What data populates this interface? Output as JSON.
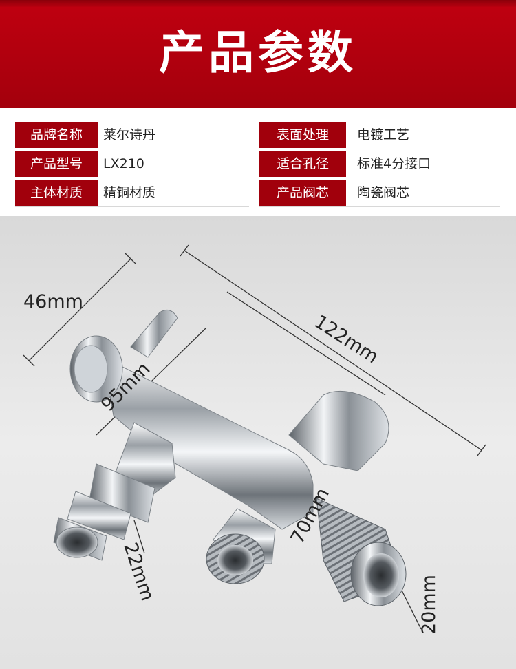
{
  "header": {
    "title": "产品参数"
  },
  "specs": {
    "left": [
      {
        "label": "品牌名称",
        "value": "莱尔诗丹"
      },
      {
        "label": "产品型号",
        "value": "LX210"
      },
      {
        "label": "主体材质",
        "value": "精铜材质"
      }
    ],
    "right": [
      {
        "label": "表面处理",
        "value": "电镀工艺"
      },
      {
        "label": "适合孔径",
        "value": "标准4分接口"
      },
      {
        "label": "产品阀芯",
        "value": "陶瓷阀芯"
      }
    ]
  },
  "dimensions": {
    "height": "46mm",
    "length": "122mm",
    "middle": "95mm",
    "outlet": "22mm",
    "spacing": "70mm",
    "thread": "20mm"
  },
  "colors": {
    "accent": "#a1000c",
    "title_text": "#ffffff"
  }
}
